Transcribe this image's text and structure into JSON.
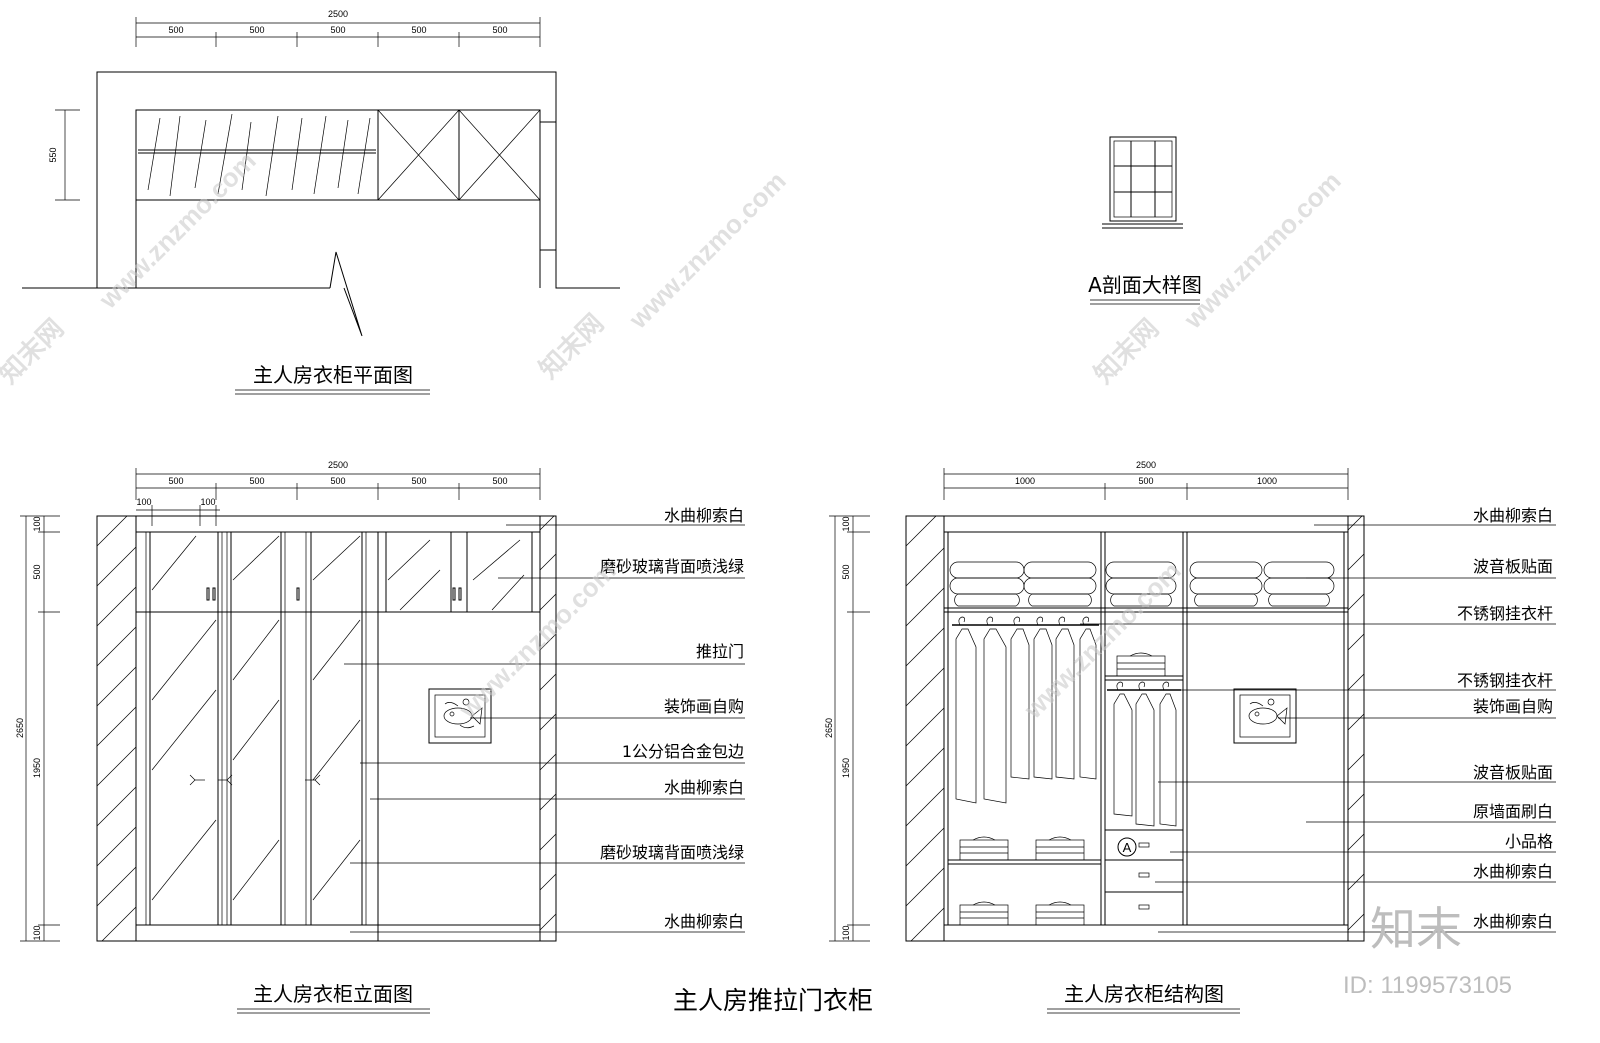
{
  "colors": {
    "line": "#000000",
    "watermark": "#c8c8c8",
    "background": "#ffffff"
  },
  "plan": {
    "title": "主人房衣柜平面图",
    "overall_dim": "2500",
    "segment_dims": [
      "500",
      "500",
      "500",
      "500",
      "500"
    ],
    "depth_dim": "550"
  },
  "section_detail": {
    "title": "A剖面大样图"
  },
  "elevation": {
    "title": "主人房衣柜立面图",
    "overall_dim": "2500",
    "segment_dims": [
      "500",
      "500",
      "500",
      "500",
      "500"
    ],
    "small_dims": [
      "100",
      "100"
    ],
    "vertical_dims": {
      "total": "2650",
      "top": "100",
      "upper": "500",
      "middle": "1950",
      "bottom": "100"
    },
    "labels": [
      "水曲柳索白",
      "磨砂玻璃背面喷浅绿",
      "推拉门",
      "装饰画自购",
      "1公分铝合金包边",
      "水曲柳索白",
      "磨砂玻璃背面喷浅绿",
      "水曲柳索白"
    ]
  },
  "structure": {
    "title": "主人房衣柜结构图",
    "overall_dim": "2500",
    "segment_dims": [
      "1000",
      "500",
      "1000"
    ],
    "vertical_dims": {
      "total": "2650",
      "top": "100",
      "upper": "500",
      "middle": "1950",
      "bottom": "100"
    },
    "section_marker": "A",
    "labels": [
      "水曲柳索白",
      "波音板贴面",
      "不锈钢挂衣杆",
      "不锈钢挂衣杆",
      "装饰画自购",
      "波音板贴面",
      "原墙面刷白",
      "小品格",
      "水曲柳索白",
      "水曲柳索白"
    ]
  },
  "main_title": "主人房推拉门衣柜",
  "watermark": {
    "site": "www.znzmo.com",
    "brand": "知末网"
  },
  "brand_badge": {
    "logo_text": "知末",
    "id_text": "ID: 1199573105"
  }
}
